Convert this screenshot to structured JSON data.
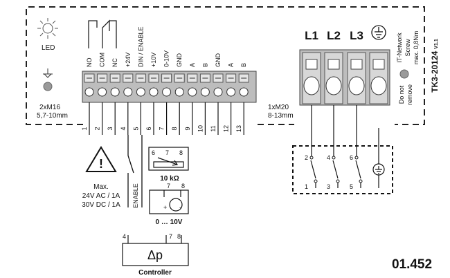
{
  "model": "TK3-20124",
  "version": "V1.1",
  "part_number": "01.452",
  "led_label": "LED",
  "gland_left": [
    "2xM16",
    "5,7-10mm"
  ],
  "gland_right": [
    "1xM20",
    "8-13mm"
  ],
  "terminals": [
    {
      "num": "1",
      "label": "NO"
    },
    {
      "num": "2",
      "label": "COM"
    },
    {
      "num": "3",
      "label": "NC"
    },
    {
      "num": "4",
      "label": "+24V"
    },
    {
      "num": "5",
      "label": "DIN / ENABLE"
    },
    {
      "num": "6",
      "label": "+10V"
    },
    {
      "num": "7",
      "label": "0-10V"
    },
    {
      "num": "8",
      "label": "GND"
    },
    {
      "num": "9",
      "label": "A"
    },
    {
      "num": "10",
      "label": "B"
    },
    {
      "num": "11",
      "label": "GND"
    },
    {
      "num": "12",
      "label": "A"
    },
    {
      "num": "13",
      "label": "B"
    }
  ],
  "power_labels": [
    "L1",
    "L2",
    "L3"
  ],
  "screw_note": [
    "IT-Network",
    "Screw",
    "max. 0,8Nm"
  ],
  "remove_note": [
    "Do not",
    "remove"
  ],
  "relay_rating": [
    "Max.",
    "24V AC / 1A",
    "30V DC / 1A"
  ],
  "enable_label": "ENABLE",
  "pot_label": "10 kΩ",
  "pot_pins": [
    "6",
    "7",
    "8"
  ],
  "voltage_source_label": "0 … 10V",
  "voltage_source_pins": [
    "7",
    "8"
  ],
  "controller_label": "Controller",
  "controller_symbol": "Δp",
  "controller_pins": [
    "4",
    "7",
    "8"
  ],
  "switch_contacts": [
    {
      "top": "2",
      "bottom": "1"
    },
    {
      "top": "4",
      "bottom": "3"
    },
    {
      "top": "6",
      "bottom": "5"
    }
  ]
}
